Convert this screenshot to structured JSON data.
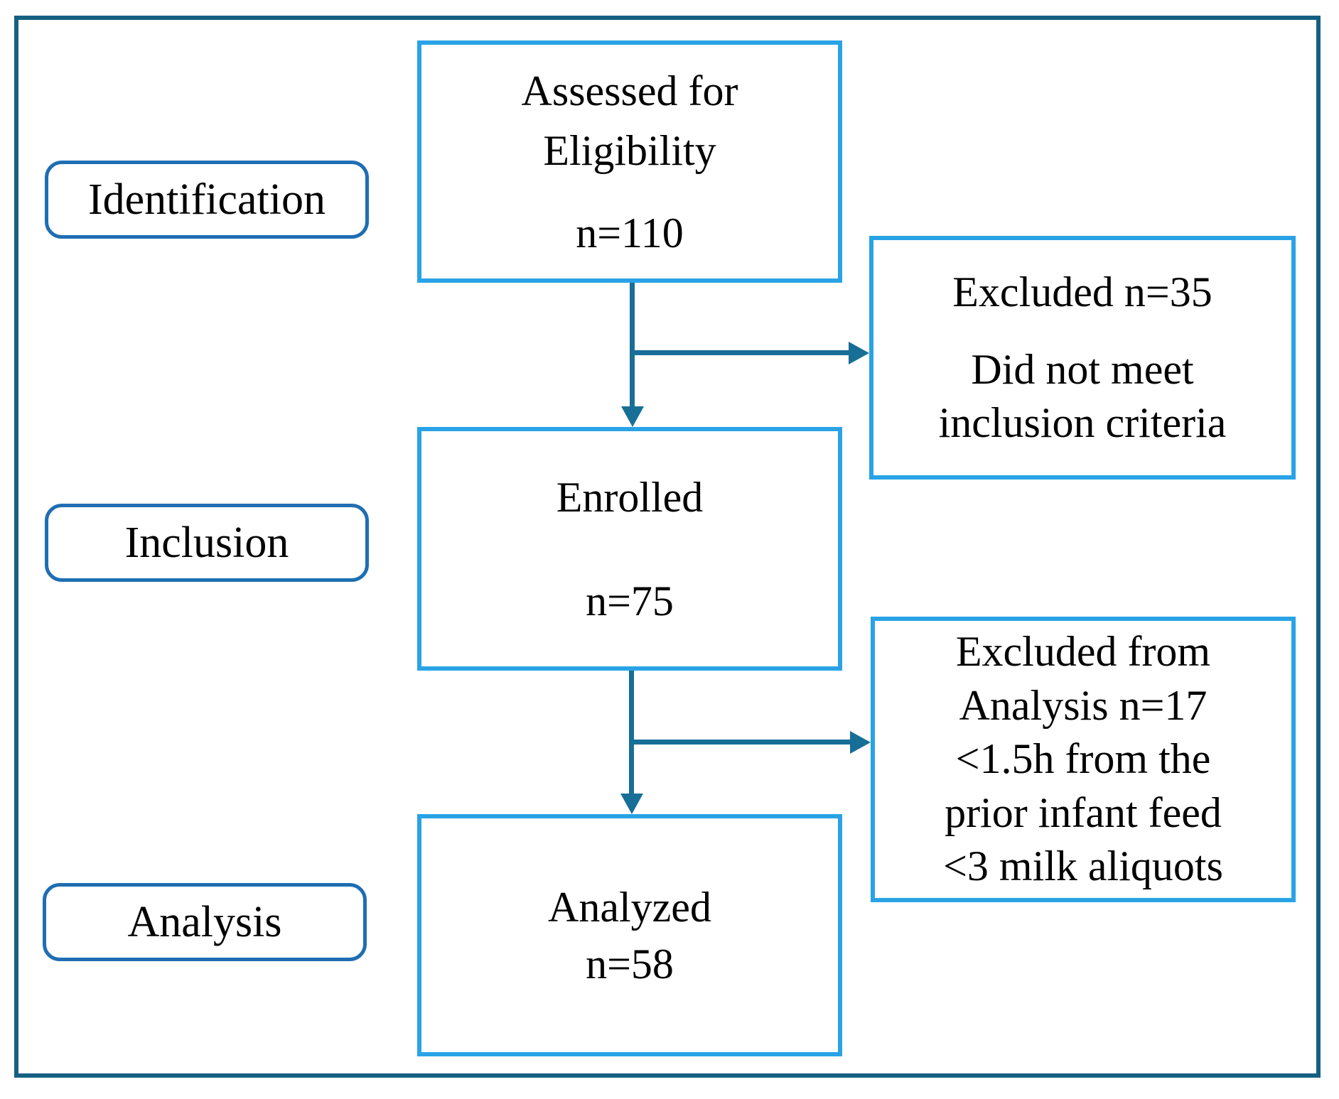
{
  "diagram": {
    "stages": {
      "identification": "Identification",
      "inclusion": "Inclusion",
      "analysis": "Analysis"
    },
    "assessed": {
      "line1": "Assessed for",
      "line2": "Eligibility",
      "count": "n=110"
    },
    "enrolled": {
      "title": "Enrolled",
      "count": "n=75"
    },
    "analyzed": {
      "title": "Analyzed",
      "count": "n=58"
    },
    "excluded1": {
      "line1": "Excluded n=35",
      "line2": "Did not meet",
      "line3": "inclusion criteria"
    },
    "excluded2": {
      "line1": "Excluded from",
      "line2": "Analysis n=17",
      "line3": "<1.5h from the",
      "line4": "prior infant feed",
      "line5": "<3 milk aliquots"
    },
    "colors": {
      "outer_border": "#156082",
      "flow_box_border": "#29a3e6",
      "stage_box_border": "#1f6eb3",
      "arrow": "#176e96",
      "text": "#000000",
      "background": "#ffffff"
    }
  }
}
